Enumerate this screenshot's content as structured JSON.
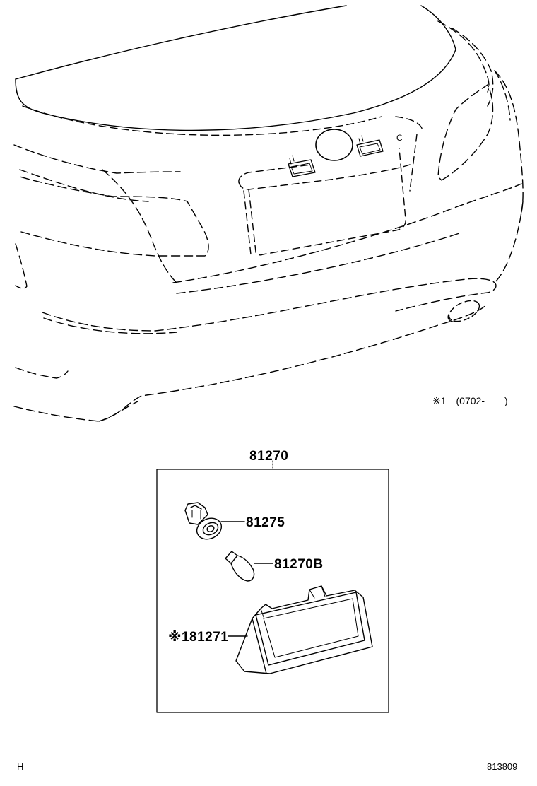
{
  "vehicle_note": "※1　(0702-　　)",
  "parts": [
    {
      "role": "assembly",
      "number": "81270"
    },
    {
      "role": "socket",
      "number": "81275"
    },
    {
      "role": "bulb",
      "number": "81270B"
    },
    {
      "role": "lens",
      "number": "※181271"
    }
  ],
  "footer": {
    "left_code": "H",
    "right_code": "813809"
  },
  "colors": {
    "line": "#000000",
    "background": "#ffffff"
  }
}
